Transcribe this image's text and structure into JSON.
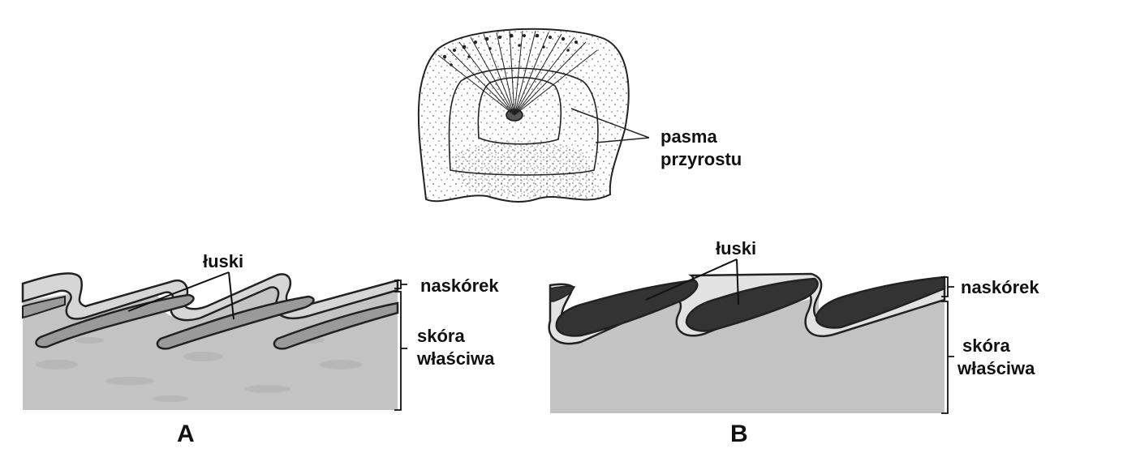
{
  "top_scale": {
    "label_line1": "pasma",
    "label_line2": "przyrostu"
  },
  "panel_a": {
    "scales_label": "łuski",
    "epidermis_label": "naskórek",
    "dermis_line1": "skóra",
    "dermis_line2": "właściwa",
    "panel_letter": "A"
  },
  "panel_b": {
    "scales_label": "łuski",
    "epidermis_label": "naskórek",
    "dermis_line1": "skóra",
    "dermis_line2": "właściwa",
    "panel_letter": "B"
  },
  "colors": {
    "dermis": "#c3c3c3",
    "epidermis": "#d6d6d6",
    "scale_a": "#9a9a9a",
    "scale_b": "#333333",
    "outline": "#222222"
  }
}
